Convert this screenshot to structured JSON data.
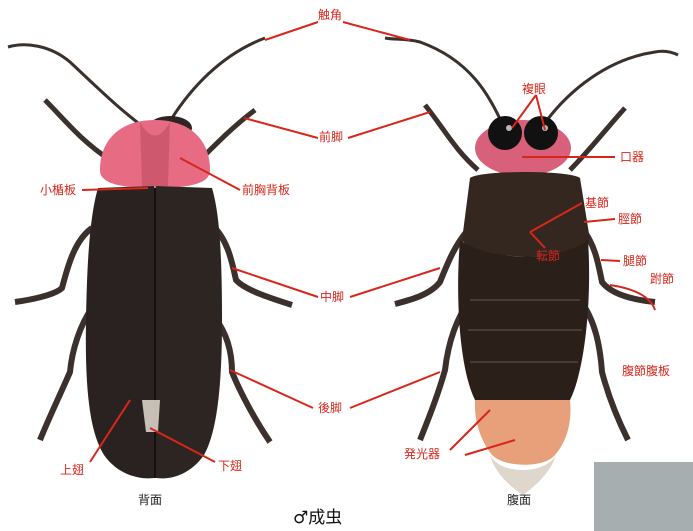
{
  "labels": {
    "antenna": "触角",
    "compound_eye": "複眼",
    "foreleg": "前脚",
    "mouthparts": "口器",
    "scutellum": "小楯板",
    "pronotum": "前胸背板",
    "coxa": "基節",
    "tibia": "脛節",
    "trochanter": "転節",
    "femur": "腿節",
    "tarsus": "跗節",
    "midleg": "中脚",
    "sternites": "腹節腹板",
    "hindleg": "後脚",
    "elytra": "上翅",
    "hindwing": "下翅",
    "lantern": "発光器"
  },
  "captions": {
    "dorsal": "背面",
    "ventral": "腹面"
  },
  "title": "♂成虫",
  "colors": {
    "label": "#d8261b",
    "pronotum": "#e76b83",
    "body": "#2a2220",
    "lantern": "#e8a07a"
  }
}
